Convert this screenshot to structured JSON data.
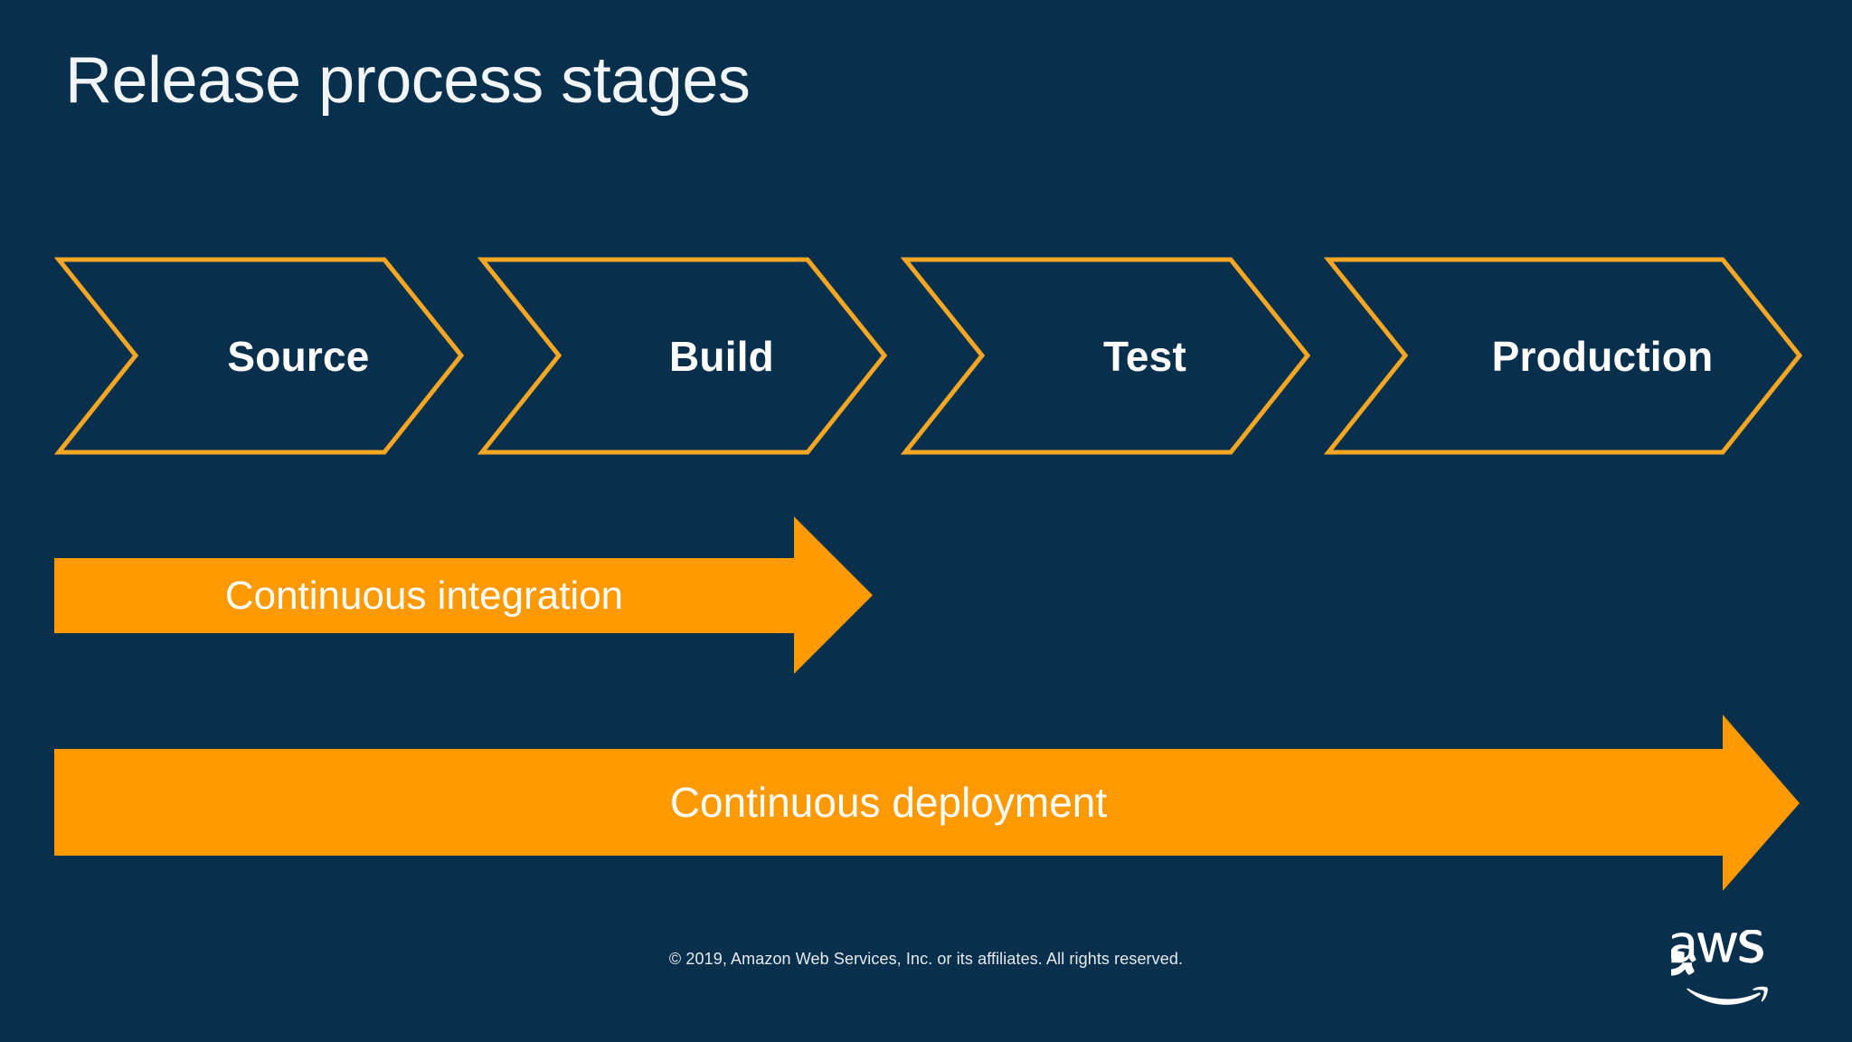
{
  "slide": {
    "title": "Release process stages",
    "background_color": "#08304C",
    "accent_color": "#FF9900",
    "stage_stroke_color": "#F5A623",
    "text_color": "#FFFFFF"
  },
  "stages": [
    {
      "label": "Source"
    },
    {
      "label": "Build"
    },
    {
      "label": "Test"
    },
    {
      "label": "Production"
    }
  ],
  "flows": [
    {
      "label": "Continuous integration",
      "name": "continuous-integration"
    },
    {
      "label": "Continuous deployment",
      "name": "continuous-deployment"
    }
  ],
  "footer": {
    "copyright": "© 2019, Amazon Web Services, Inc. or its affiliates. All rights reserved.",
    "logo_wordmark": "aws",
    "logo_icon": "aws-smile-logo"
  }
}
